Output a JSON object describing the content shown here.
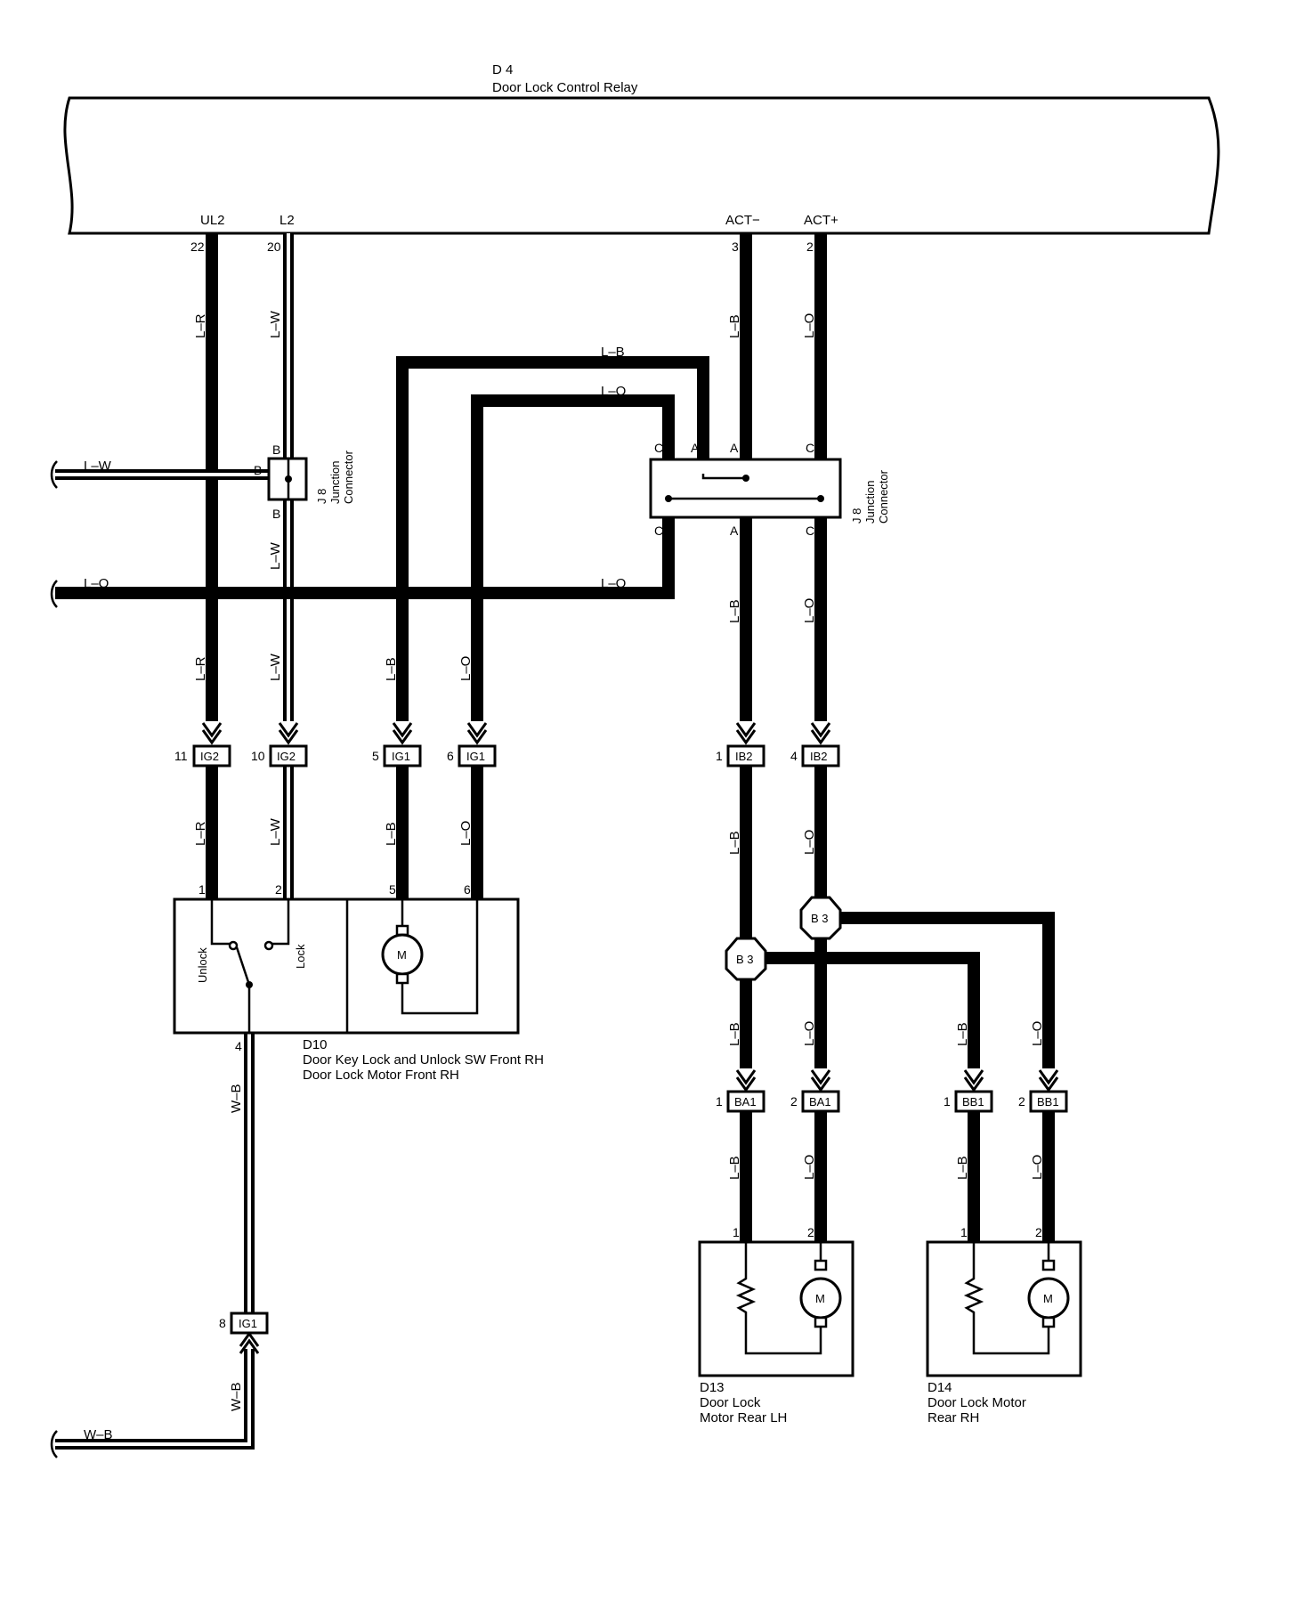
{
  "relay": {
    "code": "D 4",
    "name": "Door Lock Control Relay"
  },
  "relay_terminals": [
    {
      "name": "UL2",
      "pin": "22"
    },
    {
      "name": "L2",
      "pin": "20"
    },
    {
      "name": "ACT−",
      "pin": "3"
    },
    {
      "name": "ACT+",
      "pin": "2"
    }
  ],
  "wire_labels": {
    "lr": "L–R",
    "lw": "L–W",
    "lb": "L–B",
    "lo": "L–O",
    "wb": "W–B"
  },
  "junction_left": {
    "code": "J 8",
    "name1": "Junction",
    "name2": "Connector",
    "pin": "B"
  },
  "junction_right": {
    "code": "J 8",
    "name1": "Junction",
    "name2": "Connector",
    "pin_c": "C",
    "pin_a": "A"
  },
  "connectors": [
    {
      "pin": "11",
      "name": "IG2"
    },
    {
      "pin": "10",
      "name": "IG2"
    },
    {
      "pin": "5",
      "name": "IG1"
    },
    {
      "pin": "6",
      "name": "IG1"
    },
    {
      "pin": "1",
      "name": "IB2"
    },
    {
      "pin": "4",
      "name": "IB2"
    },
    {
      "pin": "1",
      "name": "BA1"
    },
    {
      "pin": "2",
      "name": "BA1"
    },
    {
      "pin": "1",
      "name": "BB1"
    },
    {
      "pin": "2",
      "name": "BB1"
    },
    {
      "pin": "8",
      "name": "IG1"
    }
  ],
  "splices": [
    {
      "name": "B 3"
    },
    {
      "name": "B 3"
    }
  ],
  "d10": {
    "code": "D10",
    "line1": "Door Key Lock and Unlock SW Front RH",
    "line2": "Door Lock Motor Front RH",
    "pins": [
      "1",
      "2",
      "5",
      "6",
      "4"
    ],
    "unlock": "Unlock",
    "lock": "Lock",
    "motor": "M"
  },
  "d13": {
    "code": "D13",
    "line1": "Door Lock",
    "line2": "Motor Rear LH",
    "pins": [
      "1",
      "2"
    ],
    "motor": "M"
  },
  "d14": {
    "code": "D14",
    "line1": "Door Lock Motor",
    "line2": "Rear RH",
    "pins": [
      "1",
      "2"
    ],
    "motor": "M"
  }
}
